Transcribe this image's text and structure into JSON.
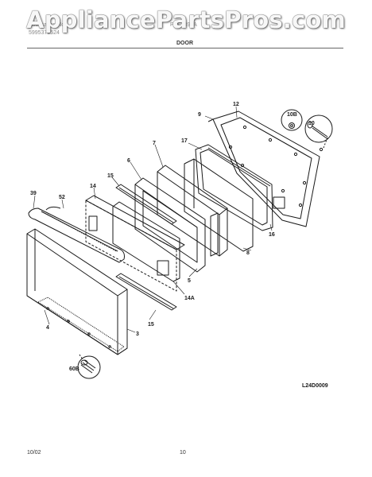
{
  "watermark": "AppliancePartsPros.com",
  "header": {
    "publication_label": "Publication No",
    "publication_no": "5995379524",
    "model_no": "PLEF398A",
    "section": "DOOR"
  },
  "diagram_code": "L24D0009",
  "footer": {
    "date": "10/02",
    "page": "10"
  },
  "callouts": {
    "c12": "12",
    "c9": "9",
    "c10B": "10B",
    "c10": "10",
    "c17": "17",
    "c7": "7",
    "c6": "6",
    "c15a": "15",
    "c14": "14",
    "c39": "39",
    "c52": "52",
    "c16": "16",
    "c8": "8",
    "c5": "5",
    "c14A": "14A",
    "c15b": "15",
    "c3": "3",
    "c4": "4",
    "c60B": "60B"
  },
  "colors": {
    "line": "#1a1a1a",
    "background": "#ffffff",
    "header_gray": "#8a8a8a"
  }
}
